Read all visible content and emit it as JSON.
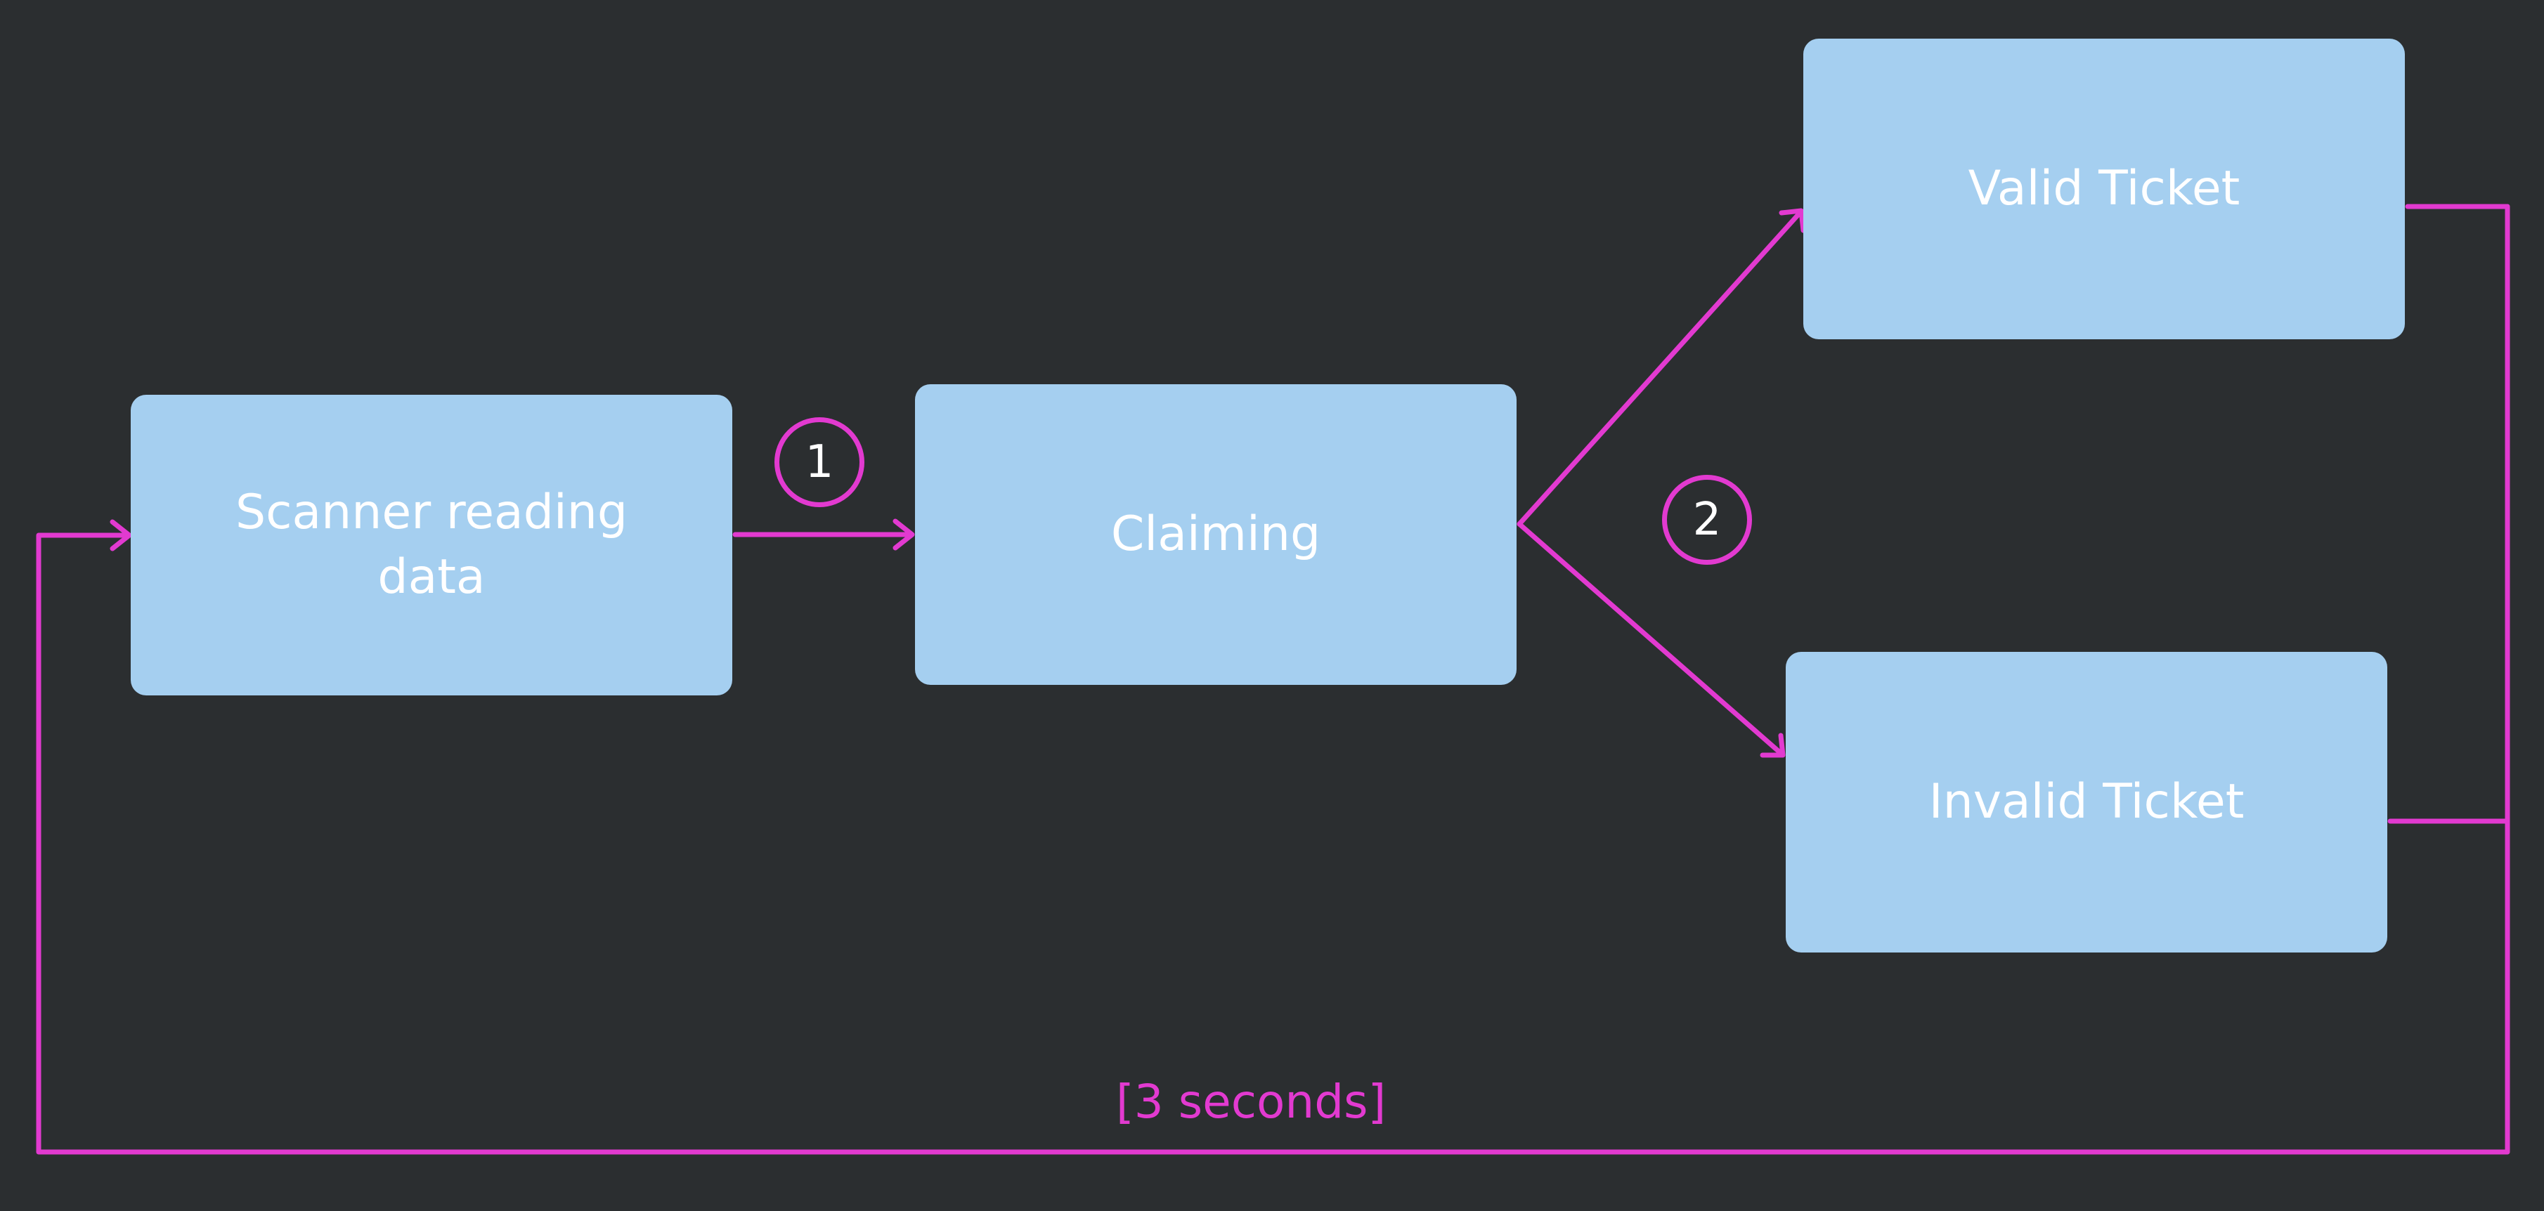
{
  "nodes": {
    "scanner": {
      "label": "Scanner reading\ndata"
    },
    "claiming": {
      "label": "Claiming"
    },
    "valid": {
      "label": "Valid Ticket"
    },
    "invalid": {
      "label": "Invalid Ticket"
    }
  },
  "markers": {
    "step1": "1",
    "step2": "2"
  },
  "edges": {
    "loop_label": "[3 seconds]"
  },
  "colors": {
    "background": "#2b2e30",
    "node_fill": "#a5cff0",
    "node_text": "#ffffff",
    "edge": "#e23ad0"
  }
}
